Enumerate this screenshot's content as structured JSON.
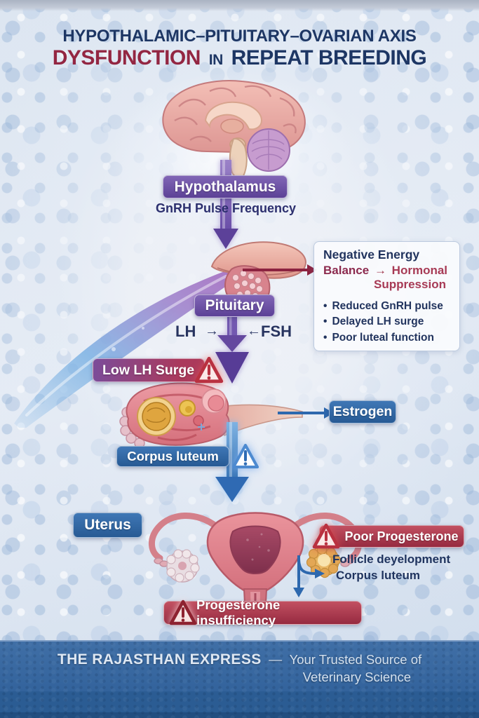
{
  "title": {
    "line1": "HYPOTHALAMIC–PITUITARY–OVARIAN AXIS",
    "line2_dysfunction": "DYSFUNCTION",
    "line2_in": "IN",
    "line2_repeat": "REPEAT BREEDING"
  },
  "flow": {
    "hypothalamus": "Hypothalamus",
    "gnrh": "GnRH Pulse Frequency",
    "pituitary": "Pituitary",
    "lh": "LH",
    "fsh": "FSH",
    "low_lh_surge": "Low LH Surge",
    "estrogen": "Estrogen",
    "corpus_luteum": "Corpus luteum",
    "uterus": "Uterus",
    "poor_progesterone": "Poor Progesterone",
    "follicle_development": "Follicle deyelopment",
    "corpus_luteum_caption": "Corpus luteum",
    "progesterone_insufficiency": "Progesterone insufficiency"
  },
  "negative_energy_box": {
    "line1": "Negative Energy",
    "balance": "Balance",
    "hormonal": "Hormonal",
    "suppression": "Suppression",
    "bullets": [
      "Reduced GnRH pulse",
      "Delayed LH surge",
      "Poor luteal function"
    ]
  },
  "icons": {
    "bullet": "•",
    "arrow_right": "→",
    "arrow_left": "←"
  },
  "footer": {
    "brand": "THE RAJASTHAN EXPRESS",
    "separator": "—",
    "tagline_line1": "Your Trusted Source of",
    "tagline_line2": "Veterinary Science"
  },
  "colors": {
    "navy": "#1d3664",
    "crimson": "#932642",
    "purple_badge": "#6b4fa3",
    "blue_badge": "#2e66ad",
    "red_badge": "#b23a52",
    "footer_blue": "#35679f"
  }
}
